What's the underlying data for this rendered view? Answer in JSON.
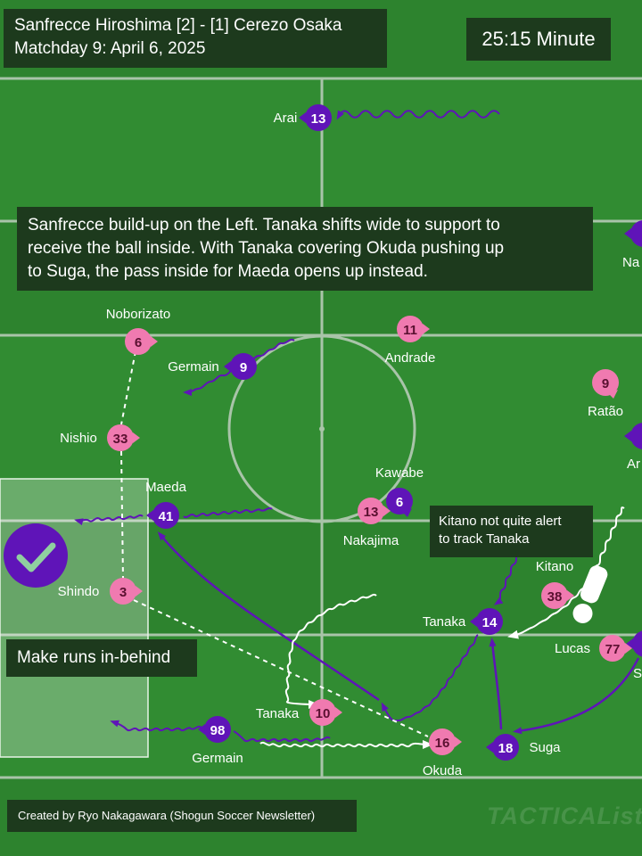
{
  "header": {
    "match": "Sanfrecce Hiroshima [2] - [1] Cerezo Osaka",
    "matchday": "Matchday 9: April 6, 2025",
    "clock": "25:15 Minute"
  },
  "description": [
    "Sanfrecce build-up on the Left. Tanaka shifts wide to support to",
    "receive the ball inside. With Tanaka covering Okuda pushing up",
    "to Suga, the pass inside for Maeda opens up instead."
  ],
  "callouts": {
    "kitano_note": [
      "Kitano not quite alert",
      "to track Tanaka"
    ],
    "runs_note": "Make runs in-behind"
  },
  "footer": {
    "credit": "Created by Ryo Nakagawara (Shogun Soccer Newsletter)",
    "watermark": "TACTICALista"
  },
  "colors": {
    "pitch": "#2f8a30",
    "line": "#a9c4a9",
    "purple": "#5f14b8",
    "pink": "#f07ab0",
    "label_box": "#1d3a1d"
  },
  "icons": {
    "check": "check-icon",
    "alert": "exclamation-icon"
  },
  "players": {
    "purple": [
      {
        "number": "13",
        "name": "Arai"
      },
      {
        "number": "9",
        "name": "Germain"
      },
      {
        "number": "6",
        "name": "Kawabe"
      },
      {
        "number": "41",
        "name": "Maeda"
      },
      {
        "number": "14",
        "name": "Tanaka"
      },
      {
        "number": "18",
        "name": "Suga"
      },
      {
        "number": "98",
        "name": "Germain"
      },
      {
        "number": "",
        "name": "Na"
      },
      {
        "number": "",
        "name": "Ar"
      },
      {
        "number": "",
        "name": "S"
      }
    ],
    "pink": [
      {
        "number": "6",
        "name": "Noborizato"
      },
      {
        "number": "33",
        "name": "Nishio"
      },
      {
        "number": "3",
        "name": "Shindo"
      },
      {
        "number": "11",
        "name": "Andrade"
      },
      {
        "number": "13",
        "name": "Nakajima"
      },
      {
        "number": "9",
        "name": "Ratão"
      },
      {
        "number": "38",
        "name": "Kitano"
      },
      {
        "number": "77",
        "name": "Lucas"
      },
      {
        "number": "10",
        "name": "Tanaka"
      },
      {
        "number": "16",
        "name": "Okuda"
      }
    ]
  }
}
